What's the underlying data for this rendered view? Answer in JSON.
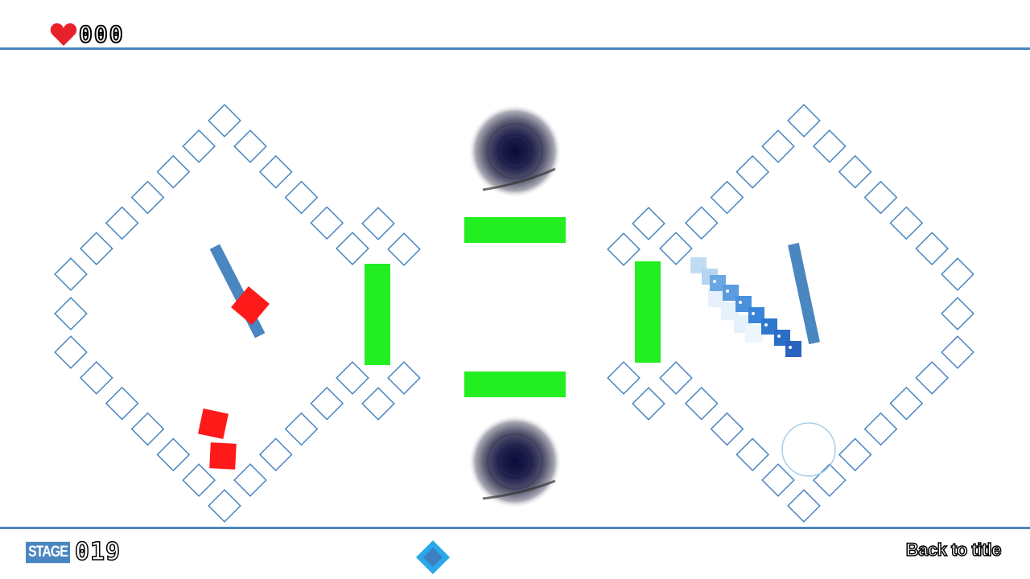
{
  "theme": {
    "accent": "#4a86c0",
    "danger": "#ff1a1a",
    "portal_green": "#22ee22",
    "tile_stroke": "#4a86c0",
    "heart": "#e8202a"
  },
  "hud": {
    "lives_icon": "heart-icon",
    "lives": "000",
    "stage_label": "STAGE",
    "stage": "019",
    "back_to_title": "Back to title",
    "center_icon": "diamond-gem-icon"
  }
}
